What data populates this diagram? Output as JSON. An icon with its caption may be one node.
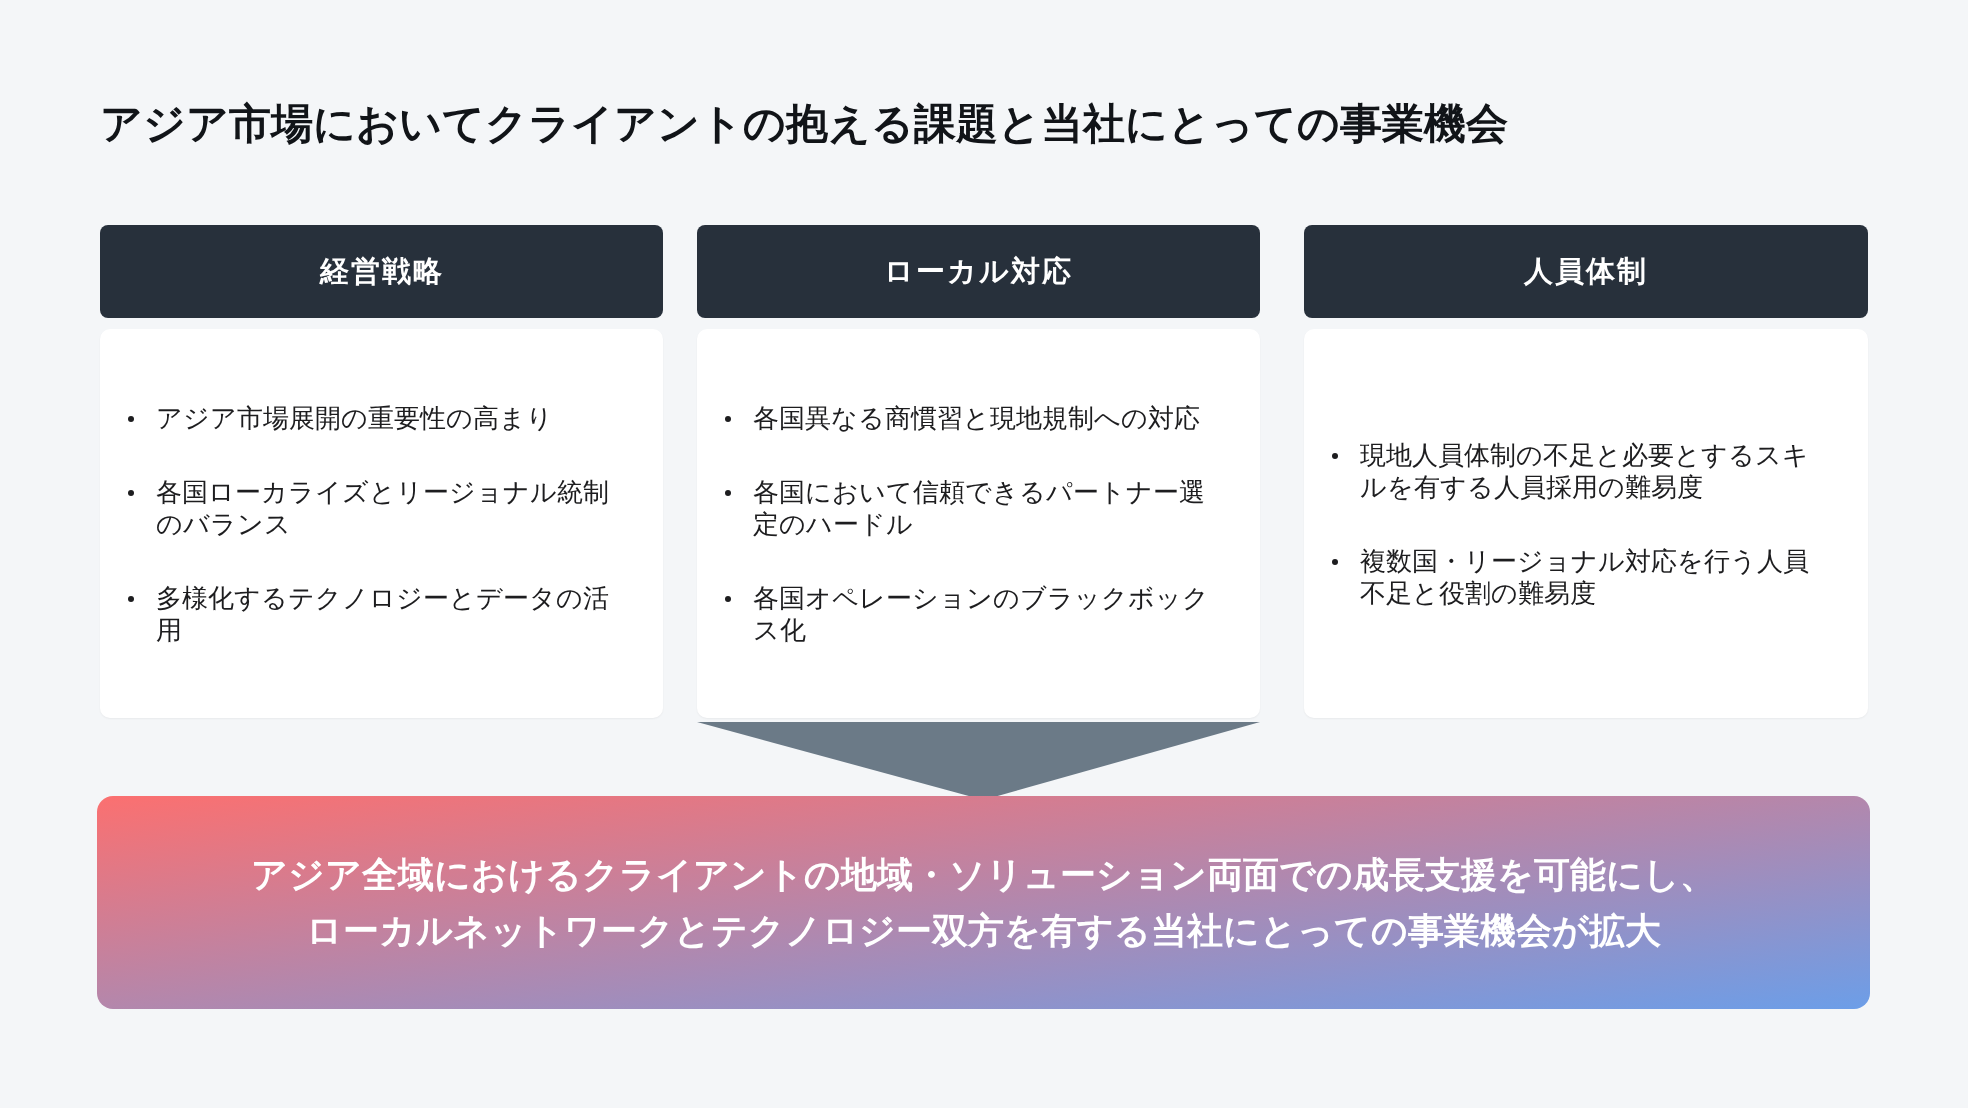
{
  "diagram": {
    "title": "アジア市場においてクライアントの抱える課題と当社にとっての事業機会",
    "nodes": [
      {
        "text": [
          "経営戦略"
        ]
      },
      {
        "text": [
          "アジア市場展開の重要性の高まり",
          "各国ローカライズとリージョナル統制のバランス",
          "多様化するテクノロジーとデータの活用"
        ]
      },
      {
        "text": [
          "ローカル対応"
        ]
      },
      {
        "text": [
          "各国異なる商慣習と現地規制への対応",
          "各国において信頼できるパートナー選定のハードル",
          "各国オペレーションのブラックボックス化"
        ]
      },
      {
        "text": [
          "人員体制"
        ]
      },
      {
        "text": [
          "現地人員体制の不足と必要とするスキルを有する人員採用の難易度",
          "複数国・リージョナル対応を行う人員不足と役割の難易度"
        ]
      },
      {
        "text": [
          "アジア全域におけるクライアントの地域・ソリューション両面での成長支援を可能にし、ローカルネットワークとテクノロジー双方を有する当社にとっての事業機会が拡大"
        ]
      }
    ],
    "edges": [
      {
        "from": 3,
        "to": 6,
        "arrow": "to"
      }
    ]
  }
}
